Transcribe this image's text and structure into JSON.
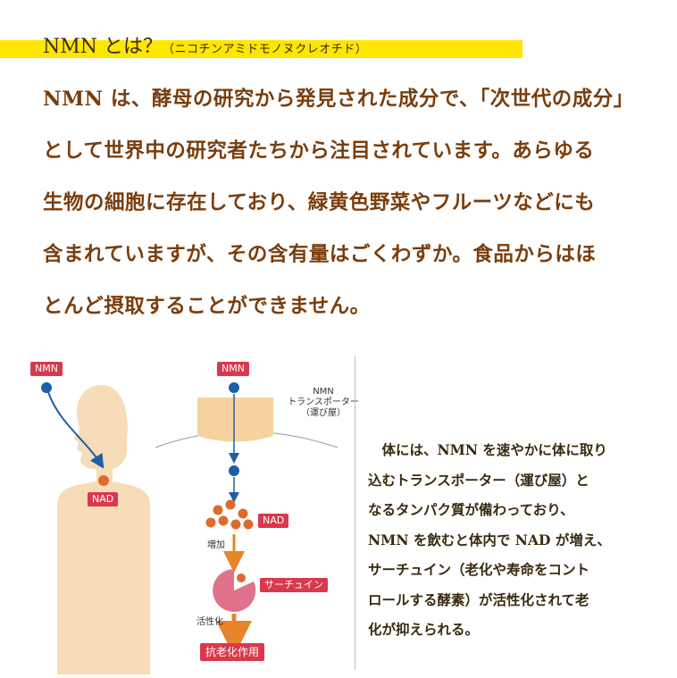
{
  "heading": {
    "title": "NMN とは？",
    "reading": "（ニコチンアミドモノヌクレオチド）"
  },
  "intro": {
    "lines": [
      "NMN は、酵母の研究から発見された成分で、「次世代の成分」",
      "として世界中の研究者たちから注目されています。あらゆる",
      "生物の細胞に存在しており、緑黄色野菜やフルーツなどにも",
      "含まれていますが、その含有量はごくわずか。食品からはほ",
      "とんど摂取することができません。"
    ]
  },
  "diagram": {
    "left": {
      "nmn_tag": "NMN",
      "nad_tag": "NAD"
    },
    "right": {
      "nmn_tag": "NMN",
      "transporter_label": [
        "NMN",
        "トランスポーター",
        "（運び屋）"
      ],
      "nad_tag": "NAD",
      "increase_label": "増加",
      "sirtuin_tag": "サーチュイン",
      "activation_label": "活性化",
      "result_tag": "抗老化作用"
    },
    "colors": {
      "tag_red": "#d9394c",
      "dot_blue": "#1f5ea8",
      "nad_orange": "#e06a2c",
      "arrow_orange": "#e8842a",
      "body_skin": "#f7dcb8",
      "sirtuin_pink": "#e0718a"
    }
  },
  "side": {
    "lines": [
      "　体には、NMN を速やかに体に取り",
      "込むトランスポーター（運び屋）と",
      "なるタンパク質が備わっており、",
      "NMN を飲むと体内で NAD が増え、",
      "サーチュイン（老化や寿命をコント",
      "ロールする酵素）が活性化されて老",
      "化が抑えられる。"
    ]
  }
}
